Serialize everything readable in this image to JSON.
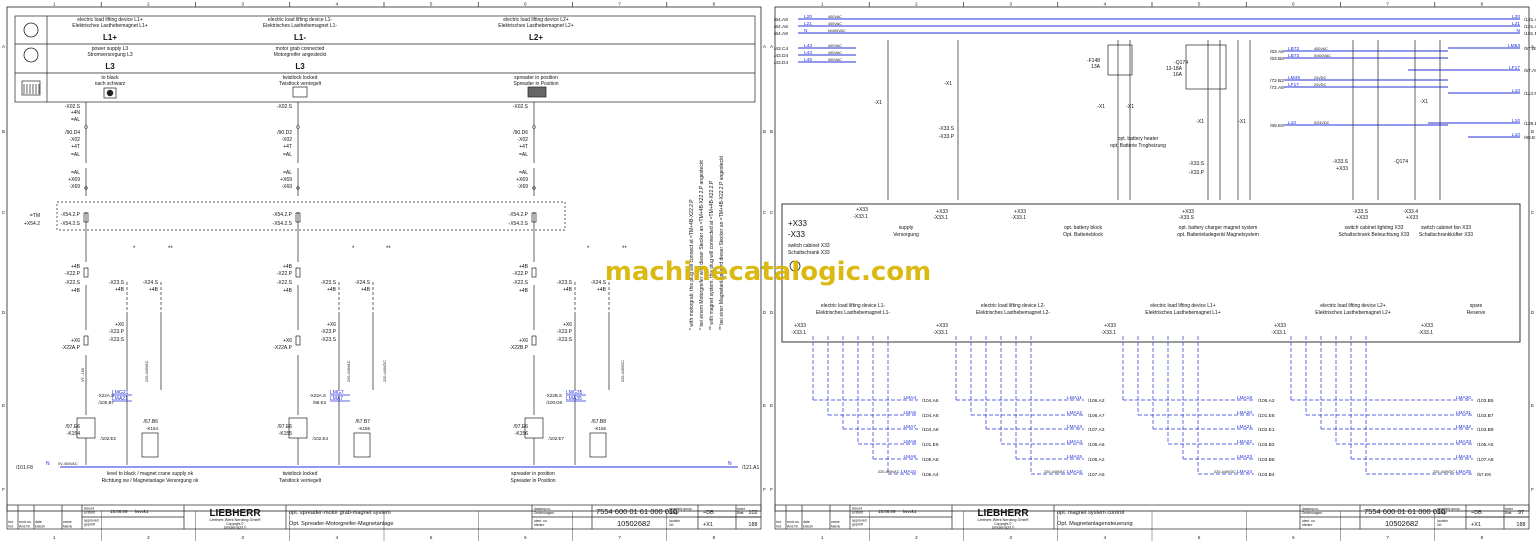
{
  "colors": {
    "wire": "#2633d6",
    "frame": "#222222",
    "watermark": "#d8b400",
    "muted": "#555555"
  },
  "watermark": "machinecatalogic.com",
  "sheets": [
    {
      "id": "left",
      "columns": [
        "1",
        "2",
        "3",
        "4",
        "5",
        "6",
        "7",
        "8"
      ],
      "rows": [
        "A",
        "B",
        "C",
        "D",
        "E",
        "F"
      ],
      "devices": [
        {
          "title1": "electric load lifting device L1+",
          "title2": "Elektrisches Lasthebemagnet L1+",
          "code": "L1+"
        },
        {
          "title1": "electric load lifting device L1-",
          "title2": "Elektrisches Lasthebemagnet L1-",
          "code": "L1-"
        },
        {
          "title1": "electric load lifting device L2+",
          "title2": "Elektrisches Lasthebemagnet L2+",
          "code": "L2+"
        }
      ],
      "row2": [
        {
          "title1": "power supply L3",
          "title2": "Stromversorgung L3",
          "code": "L3"
        },
        {
          "title1": "motor grab connected",
          "title2": "Motorgreifer angesteckt",
          "code": "L3"
        }
      ],
      "row3": [
        {
          "title1": "to black",
          "title2": "nach schwarz"
        },
        {
          "title1": "twistlock locked",
          "title2": "Twistlock verriegelt"
        },
        {
          "title1": "spreader in position",
          "title2": "Spreader in Position"
        }
      ],
      "conn": {
        "c1": [
          "-X02.S",
          "+4N",
          "=AL",
          "/90.D4",
          "-X02",
          "+4T",
          "=AL",
          "=AL",
          "+X69",
          "-X69",
          "-X54.2.P",
          "-X54.2.S",
          "+4B",
          "-X22.P",
          "-X22.S",
          "+4B",
          "-X23.S",
          "+4B",
          "-X24.S",
          "+4B",
          "+X6",
          "-X23.P",
          "-X23.S",
          "+X6",
          "-X22A.P",
          "-X22A.S",
          "/100.B7",
          "/97.E6",
          "-K154",
          "/102.E2",
          "/67.B6",
          "-K154",
          "/102.E1"
        ],
        "c2": [
          "-X02.S",
          "/90.D2",
          "-X02",
          "+4T",
          "=AL",
          "=AL",
          "+X69",
          "-X69",
          "-X54.2.P",
          "-X54.2.S",
          "+4B",
          "-X22.P",
          "-X22.S",
          "+4B",
          "-X23.S",
          "+4B",
          "-X24.S",
          "+4B",
          "+X6",
          "-X23.P",
          "-X23.S",
          "+X6",
          "-X22A.P",
          "-X22A.S",
          "/98.E3",
          "/97.E6",
          "-K155",
          "/102.E4",
          "/67.B7",
          "-K155",
          "/102.E3"
        ],
        "c3": [
          "-X02.S",
          "/90.D6",
          "-X02",
          "+4T",
          "=AL",
          "=AL",
          "+X69",
          "-X69",
          "-X54.2.P",
          "-X54.2.S",
          "+4B",
          "-X22.P",
          "-X22.S",
          "+4B",
          "-X23.S",
          "+4B",
          "-X24.S",
          "+4B",
          "+X6",
          "-X23.P",
          "-X23.S",
          "+X6",
          "-X22B.P",
          "-X22B.S",
          "/100.D8",
          "/97.E6",
          "-K156",
          "/102.E7",
          "/67.B8",
          "-K156",
          "/102.E6"
        ],
        "tm": [
          "=TM",
          "+X54.2"
        ],
        "labels": [
          "LMG21",
          "LMA21",
          "LMG7",
          "LMA7",
          "LMG35",
          "LMA35"
        ],
        "volt": [
          "220-440VAC",
          "220-440VDC",
          "VT...150"
        ],
        "nline": {
          "left": "/101.F8",
          "n": "N",
          "volt": "0V-400VAC",
          "right": "/121.A1"
        }
      },
      "bottom_notes": [
        {
          "l1": "level to black / magnet crane supply ok",
          "l2": "Richtung sw / Magnetanlage Versorgung ok"
        },
        {
          "l1": "twistlock locked",
          "l2": "Twistlock verriegelt"
        },
        {
          "l1": "spreader in position",
          "l2": "Spreader in Position"
        }
      ],
      "side_notes": [
        "* with motorgrab, this plug will connect at =TM+4B-X22.2.P",
        "* bei einem Motorgreifer wird dieser Stecker an =TM+4B-X22.2.P angesteckt",
        "** with magnet system, this plug will connected at =TM+4B-X22.2.P",
        "** bei einer Magnetanlage wird dieser Stecker an =TM+4B-X22.2.P angesteckt"
      ],
      "title_block": {
        "issued": "issued",
        "issued_de": "Erstellt",
        "date": "15.06.09",
        "author": "lwvsk1",
        "approved": "approved",
        "approved_de": "geprüft",
        "desc1": "opt. spreader-motor grab-magnet system",
        "desc2": "Opt. Spreader-Motorgreifer-Magnetanlage",
        "drawing_no": "drawing no.",
        "drawing_no_de": "Zeichnungsnr.",
        "drawing": "7554 600 01 61 000 010",
        "ident_no": "ident. no.",
        "ident_no_de": "Identnr.",
        "ident": "10502682",
        "assembly": "assembly group",
        "assembly_de": "Anlage",
        "asm_val": "=DB",
        "location": "location",
        "location_de": "Ort",
        "loc_val": "+X1",
        "sheet_lbl": "sheet",
        "sheet_de": "Blatt",
        "sheet": "102",
        "sheets_total": "188",
        "ind": "ind.",
        "modno": "mod.no.",
        "date_lbl": "date",
        "name_lbl": "name",
        "ind_de": "Ind.",
        "modno_de": "Änd.Nr.",
        "date_de": "Datum",
        "name_de": "Name",
        "logo": "LIEBHERR",
        "company": "Liebherr-Werk Nenzing GmbH",
        "copyright": "Copyright ©",
        "copyright2": "Urheberrecht ©"
      }
    },
    {
      "id": "right",
      "columns": [
        "1",
        "2",
        "3",
        "4",
        "5",
        "6",
        "7",
        "8"
      ],
      "rows": [
        "A",
        "B",
        "C",
        "D",
        "E",
        "F"
      ],
      "incoming": [
        {
          "ref": "/64.A8",
          "line": "L20",
          "v": "400VAC"
        },
        {
          "ref": "/64.A8",
          "line": "L21",
          "v": "400VAC"
        },
        {
          "ref": "/64.A8",
          "line": "N",
          "v": "N/400VAC"
        },
        {
          "ref": "/43.C4",
          "line": "L43",
          "v": "400VAC"
        },
        {
          "ref": "/43.D4",
          "line": "L44",
          "v": "400VAC"
        },
        {
          "ref": "/43.D4",
          "line": "L45",
          "v": "400VAC"
        }
      ],
      "outgoing": [
        {
          "line": "L20",
          "ref": "/121.A1"
        },
        {
          "line": "L21",
          "ref": "/121.A1"
        },
        {
          "line": "N",
          "ref": "/101.F1"
        },
        {
          "line": "LM63",
          "ref": "/57.B5"
        },
        {
          "line": "LF17",
          "ref": "/57.A5"
        },
        {
          "line": "L10",
          "ref": "/113.F1"
        },
        {
          "line": "L10",
          "ref": "/129.D7"
        },
        {
          "line": "L10",
          "ref": "/98.E1"
        }
      ],
      "mid_lines": [
        {
          "ref": "/63.A8",
          "line": "LB72",
          "v": "400VAC"
        },
        {
          "ref": "/63.B8",
          "line": "LB73",
          "v": "0/400VAC"
        },
        {
          "ref": "/72.B2",
          "line": "LM49",
          "v": "24VDC"
        },
        {
          "ref": "/72.A8",
          "line": "LF17",
          "v": "24VDC"
        },
        {
          "ref": "/69.E6",
          "line": "L10",
          "v": "0/24VDC"
        }
      ],
      "components": [
        "-F148",
        "13A",
        "-Q174",
        "13-18A",
        "16A",
        "-X1",
        "-X1",
        "-X33.S",
        "-X33.P",
        "-X1",
        "-X1",
        "-X1",
        "-X33.S",
        "-X33.P",
        "-X1",
        "-X1",
        "-X33.S",
        "+X33",
        "-X33.P",
        "+X33"
      ],
      "comp_notes": [
        {
          "l1": "opt. battery heater",
          "l2": "opt. Batterie Trogheizung"
        }
      ],
      "cabinet": {
        "title1": "+X33",
        "title2": "-X33",
        "sub1": "switch cabinet X33",
        "sub2": "Schaltschrank X33"
      },
      "cab_items": [
        {
          "l1": "supply",
          "l2": "Versorgung"
        },
        {
          "l1": "opt. battery block",
          "l2": "Opt. Batterieblock"
        },
        {
          "l1": "opt. battery charger magnet system",
          "l2": "opt. Batterieladegerät Magnetsystem"
        },
        {
          "l1": "switch cabinet lighting X33",
          "l2": "Schaltschrank Beleuchtung X33"
        },
        {
          "l1": "switch cabinet fan X33",
          "l2": "Schaltschrankküfter X33"
        }
      ],
      "cab_terms": [
        "-X33.1",
        "+X33",
        "-X33.1",
        "+X33",
        "-X33.1",
        "+X33",
        "-X33.S",
        "+X33",
        "-X33.4",
        "+X33"
      ],
      "groups": [
        {
          "l1": "electric load lifting device L1-",
          "l2": "Elektrisches Lasthebemagnet L1-"
        },
        {
          "l1": "electric load lifting device L2-",
          "l2": "Elektrisches Lasthebemagnet L2-"
        },
        {
          "l1": "electric load lifting device L1+",
          "l2": "Elektrisches Lasthebemagnet L1+"
        },
        {
          "l1": "electric load lifting device L2+",
          "l2": "Elektrisches Lasthebemagnet L2+"
        },
        {
          "l1": "spare",
          "l2": "Reserve"
        }
      ],
      "group_terms": [
        "+X33",
        "-X33.1"
      ],
      "lma": [
        [
          {
            "n": "LMA4",
            "r": "/104.A6"
          },
          {
            "n": "LMA5",
            "r": "/104.A8"
          },
          {
            "n": "LMA7",
            "r": "/104.A8"
          },
          {
            "n": "LMA8",
            "r": "/101.E6"
          },
          {
            "n": "LMA9",
            "r": "/105.A8"
          },
          {
            "n": "LMA10",
            "r": "/106.A4"
          }
        ],
        [
          {
            "n": "LMA11",
            "r": "/106.A2"
          },
          {
            "n": "LMA12",
            "r": "/106.A7"
          },
          {
            "n": "LMA13",
            "r": "/107.A2"
          },
          {
            "n": "LMA14",
            "r": "/105.A6"
          },
          {
            "n": "LMA15",
            "r": "/105.A2"
          },
          {
            "n": "LMA16",
            "r": "/107.A5"
          }
        ],
        [
          {
            "n": "LMA19",
            "r": "/105.A2"
          },
          {
            "n": "LMA20",
            "r": "/101.E8"
          },
          {
            "n": "LMA21",
            "r": "/102.E1"
          },
          {
            "n": "LMA22",
            "r": "/103.B2"
          },
          {
            "n": "LMA23",
            "r": "/103.B8"
          },
          {
            "n": "LMA24",
            "r": "/103.B4"
          }
        ],
        [
          {
            "n": "LMA30",
            "r": "/103.B5"
          },
          {
            "n": "LMA31",
            "r": "/103.B7"
          },
          {
            "n": "LMA32",
            "r": "/103.B8"
          },
          {
            "n": "LMA33",
            "r": "/105.A5"
          },
          {
            "n": "LMA34",
            "r": "/107.A8"
          },
          {
            "n": "LMA35",
            "r": "/57.E6"
          }
        ]
      ],
      "group_volt": [
        "220-440VAC",
        "220-440VAC",
        "220-440VDC",
        "220-440VDC"
      ],
      "title_block": {
        "issued": "issued",
        "issued_de": "Erstellt",
        "date": "15.06.09",
        "author": "lwvsk1",
        "approved": "approved",
        "approved_de": "geprüft",
        "desc1": "opt. magnet system control",
        "desc2": "Opt. Magnetanlagensteuerung",
        "drawing_no": "drawing no.",
        "drawing_no_de": "Zeichnungsnr.",
        "drawing": "7554 600 01 61 000 010",
        "ident_no": "ident. no.",
        "ident_no_de": "Identnr.",
        "ident": "10502682",
        "assembly": "assembly group",
        "assembly_de": "Anlage",
        "asm_val": "=DB",
        "location": "location",
        "location_de": "Ort",
        "loc_val": "+X1",
        "sheet_lbl": "sheet",
        "sheet_de": "Blatt",
        "sheet": "97",
        "sheets_total": "188",
        "ind": "ind.",
        "modno": "mod.no.",
        "date_lbl": "date",
        "name_lbl": "name",
        "ind_de": "Ind.",
        "modno_de": "Änd.Nr.",
        "date_de": "Datum",
        "name_de": "Name",
        "logo": "LIEBHERR",
        "company": "Liebherr-Werk Nenzing GmbH",
        "copyright": "Copyright ©",
        "copyright2": "Urheberrecht ©"
      }
    }
  ]
}
